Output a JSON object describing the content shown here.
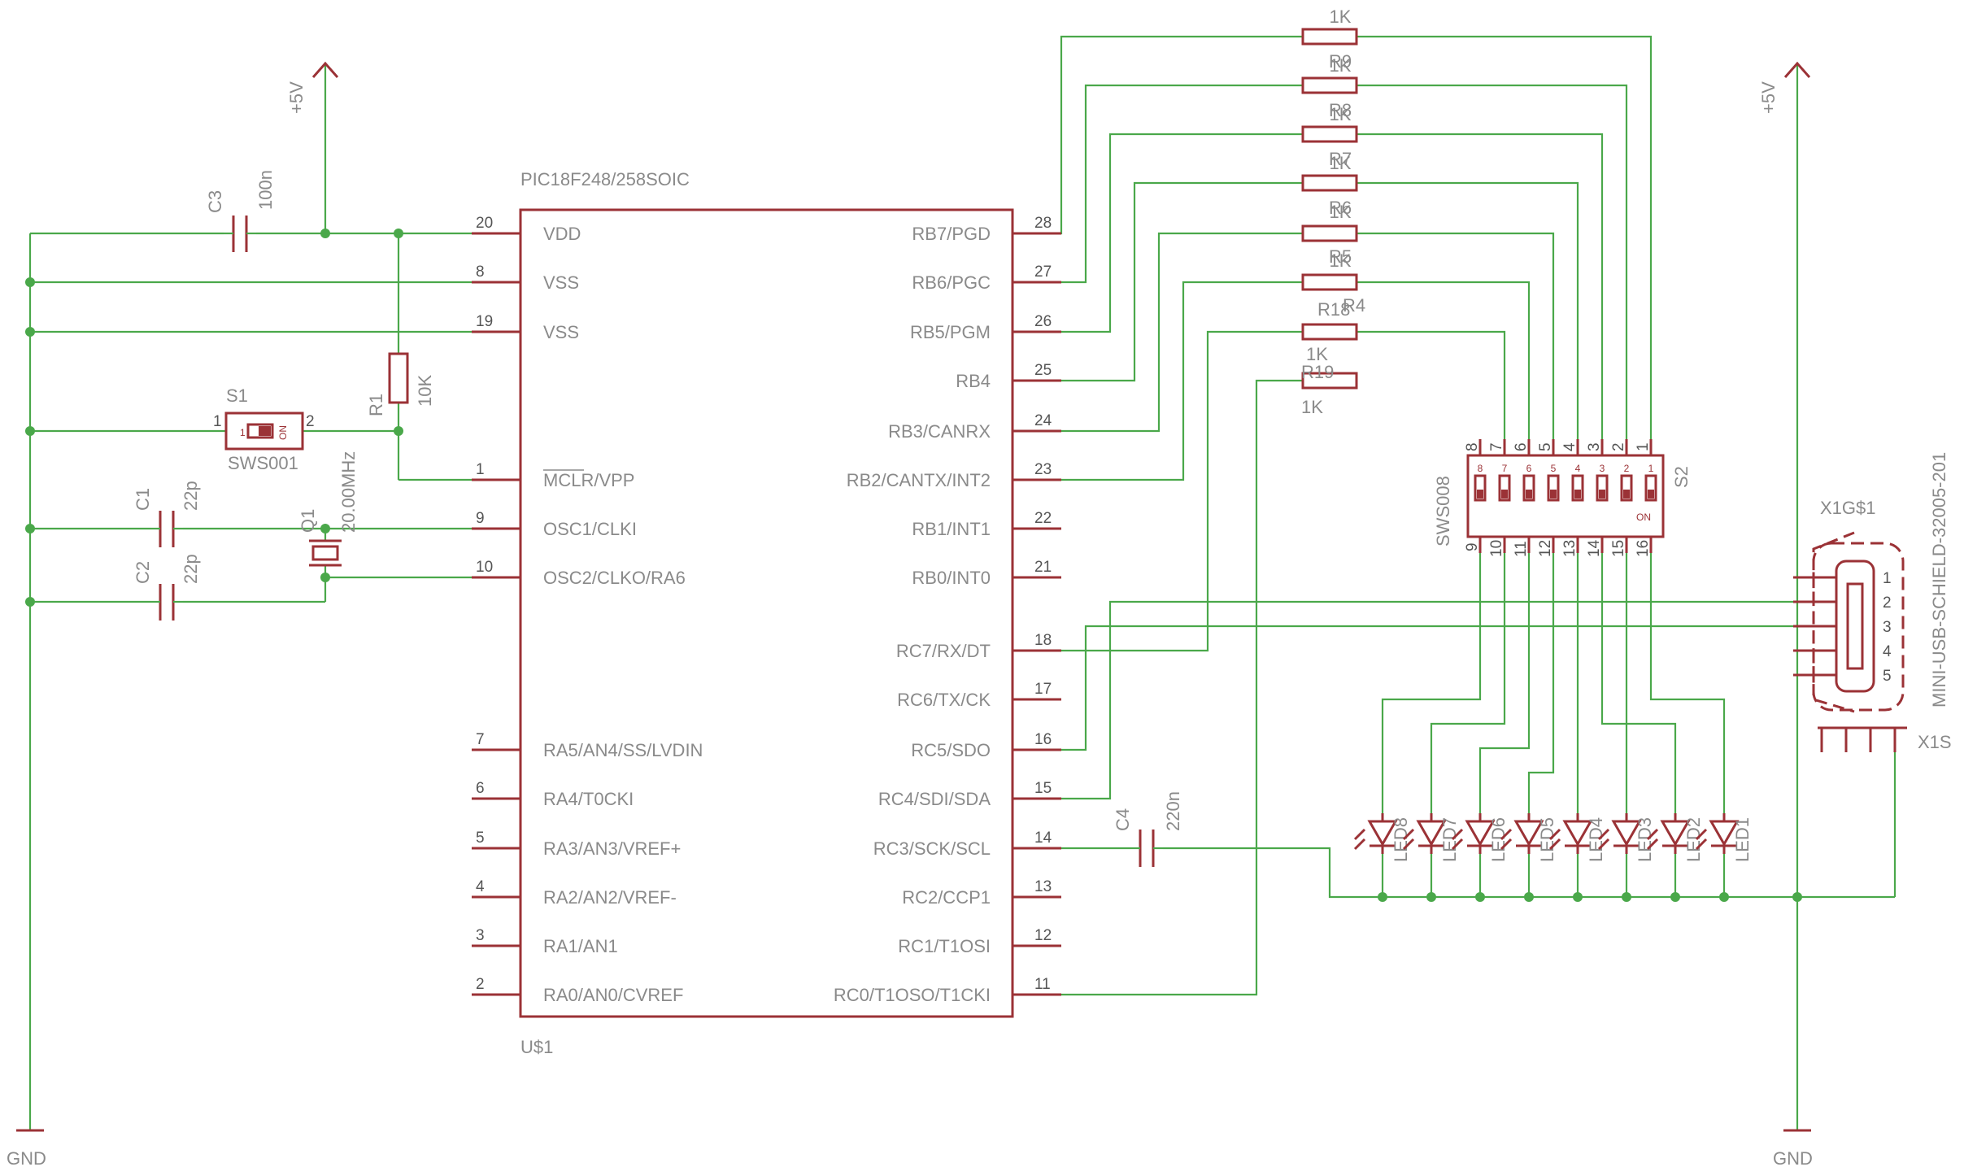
{
  "supply": {
    "vcc": "+5V",
    "gnd": "GND"
  },
  "mcu": {
    "name": "U$1",
    "value": "PIC18F248/258SOIC",
    "left_pins": [
      {
        "num": "20",
        "label": "VDD"
      },
      {
        "num": "8",
        "label": "VSS"
      },
      {
        "num": "19",
        "label": "VSS"
      },
      {
        "num": "1",
        "label": "MCLR/VPP"
      },
      {
        "num": "9",
        "label": "OSC1/CLKI"
      },
      {
        "num": "10",
        "label": "OSC2/CLKO/RA6"
      },
      {
        "num": "7",
        "label": "RA5/AN4/SS/LVDIN"
      },
      {
        "num": "6",
        "label": "RA4/T0CKI"
      },
      {
        "num": "5",
        "label": "RA3/AN3/VREF+"
      },
      {
        "num": "4",
        "label": "RA2/AN2/VREF-"
      },
      {
        "num": "3",
        "label": "RA1/AN1"
      },
      {
        "num": "2",
        "label": "RA0/AN0/CVREF"
      }
    ],
    "right_pins": [
      {
        "num": "28",
        "label": "RB7/PGD"
      },
      {
        "num": "27",
        "label": "RB6/PGC"
      },
      {
        "num": "26",
        "label": "RB5/PGM"
      },
      {
        "num": "25",
        "label": "RB4"
      },
      {
        "num": "24",
        "label": "RB3/CANRX"
      },
      {
        "num": "23",
        "label": "RB2/CANTX/INT2"
      },
      {
        "num": "22",
        "label": "RB1/INT1"
      },
      {
        "num": "21",
        "label": "RB0/INT0"
      },
      {
        "num": "18",
        "label": "RC7/RX/DT"
      },
      {
        "num": "17",
        "label": "RC6/TX/CK"
      },
      {
        "num": "16",
        "label": "RC5/SDO"
      },
      {
        "num": "15",
        "label": "RC4/SDI/SDA"
      },
      {
        "num": "14",
        "label": "RC3/SCK/SCL"
      },
      {
        "num": "13",
        "label": "RC2/CCP1"
      },
      {
        "num": "12",
        "label": "RC1/T1OSI"
      },
      {
        "num": "11",
        "label": "RC0/T1OSO/T1CKI"
      }
    ]
  },
  "c3": {
    "name": "C3",
    "value": "100n"
  },
  "c1": {
    "name": "C1",
    "value": "22p"
  },
  "c2": {
    "name": "C2",
    "value": "22p"
  },
  "c4": {
    "name": "C4",
    "value": "220n"
  },
  "r1": {
    "name": "R1",
    "value": "10K"
  },
  "q1": {
    "name": "Q1",
    "value": "20.00MHz"
  },
  "s1": {
    "name": "S1",
    "value": "SWS001",
    "pin1": "1",
    "pin2": "2",
    "on": "ON"
  },
  "s2": {
    "name": "S2",
    "value": "SWS008",
    "on": "ON",
    "top_pins": [
      "8",
      "7",
      "6",
      "5",
      "4",
      "3",
      "2",
      "1"
    ],
    "bottom_pins": [
      "9",
      "10",
      "11",
      "12",
      "13",
      "14",
      "15",
      "16"
    ]
  },
  "resistors": [
    {
      "label": "1K"
    },
    {
      "label": "R9"
    },
    {
      "label": "1K"
    },
    {
      "label": "R8"
    },
    {
      "label": "1K"
    },
    {
      "label": "R7"
    },
    {
      "label": "1K"
    },
    {
      "label": "R6"
    },
    {
      "label": "1K"
    },
    {
      "label": "R5"
    },
    {
      "label": "1K"
    },
    {
      "label": "R4"
    },
    {
      "label": "R18"
    },
    {
      "label": "1K"
    },
    {
      "label": "R19"
    },
    {
      "label": "1K"
    }
  ],
  "leds": [
    "LED8",
    "LED7",
    "LED6",
    "LED5",
    "LED4",
    "LED3",
    "LED2",
    "LED1"
  ],
  "usb": {
    "name_g": "X1G$1",
    "name_s": "X1S",
    "value": "MINI-USB-SCHIELD-32005-201",
    "pins": [
      "1",
      "2",
      "3",
      "4",
      "5"
    ]
  }
}
